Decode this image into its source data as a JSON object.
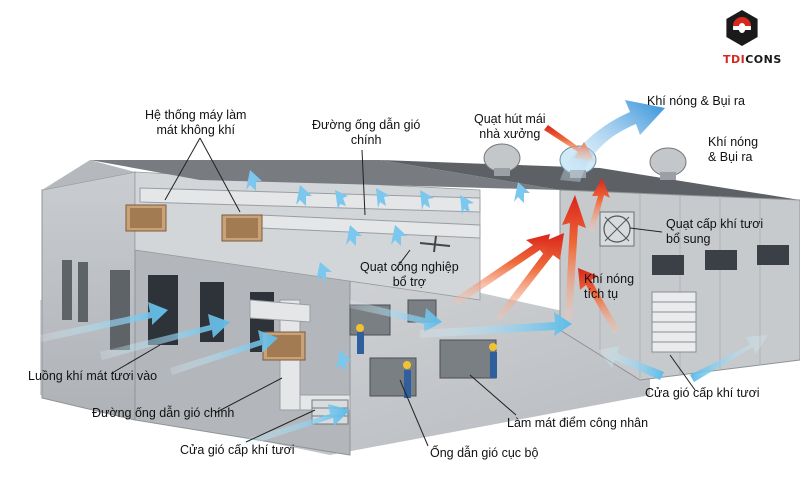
{
  "brand": {
    "part1": "TDI",
    "part2": "CONS",
    "color_dark": "#1a1a1a",
    "color_red": "#d7281e"
  },
  "labels": {
    "cooling_system": "Hệ thống máy làm\nmát không khí",
    "main_duct_top": "Đường ống dẫn gió\nchính",
    "roof_fan": "Quạt hút mái\nnhà xưởng",
    "hot_air_1": "Khí nóng & Bụi ra",
    "hot_air_2": "Khí nóng\n& Bụi ra",
    "fresh_fan": "Quạt cấp khí tươi\nbổ sung",
    "industrial_fan": "Quạt công nghiệp\nbổ trợ",
    "hot_accum": "Khí nóng\ntích tụ",
    "fresh_flow": "Luồng khí mát tươi vào",
    "main_duct_bottom": "Đường ống dẫn gió chính",
    "supply_vent_left": "Cửa gió cấp khí tươi",
    "supply_vent_right": "Cửa gió cấp khí tươi",
    "worker_cooling": "Làm mát điểm công nhân",
    "local_duct": "Ống dẫn gió cục bộ"
  },
  "colors": {
    "cool_air": "#6ec6f0",
    "hot_air": "#e8401c",
    "building": "#bfc3c7",
    "roof": "#6d7176"
  }
}
